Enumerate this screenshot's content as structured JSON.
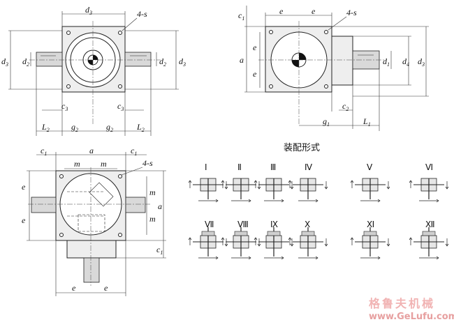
{
  "view1": {
    "d3_top": "d",
    "d3_top_sub": "3",
    "holes": "4-s",
    "d3_left": "d",
    "d3_left_sub": "3",
    "d2_left": "d",
    "d2_left_sub": "2",
    "d2_right": "d",
    "d2_right_sub": "2",
    "d3_right": "d",
    "d3_right_sub": "3",
    "c3_left": "c",
    "c3_left_sub": "3",
    "c3_right": "c",
    "c3_right_sub": "3",
    "L2_left": "L",
    "L2_left_sub": "2",
    "g2_left": "g",
    "g2_left_sub": "2",
    "g2_right": "g",
    "g2_right_sub": "2",
    "L2_right": "L",
    "L2_right_sub": "2"
  },
  "view2": {
    "c1": "c",
    "c1_sub": "1",
    "e_top_1": "e",
    "e_top_2": "e",
    "holes": "4-s",
    "a": "a",
    "e_side_1": "e",
    "e_side_2": "e",
    "d1": "d",
    "d1_sub": "1",
    "d4": "d",
    "d4_sub": "4",
    "d3": "d",
    "d3_sub": "3",
    "c2": "c",
    "c2_sub": "2",
    "g1": "g",
    "g1_sub": "1",
    "L1": "L",
    "L1_sub": "1"
  },
  "view3": {
    "c1_left": "c",
    "c1_left_sub": "1",
    "a": "a",
    "c1_right": "c",
    "c1_right_sub": "1",
    "m_top_1": "m",
    "m_top_2": "m",
    "holes": "4-s",
    "e_left_1": "e",
    "e_left_2": "e",
    "m_right_1": "m",
    "m_right_2": "m",
    "a_right": "a",
    "c1_side": "c",
    "c1_side_sub": "1",
    "e_bottom_1": "e",
    "e_bottom_2": "e"
  },
  "assembly": {
    "title": "装配形式",
    "forms": [
      "Ⅰ",
      "Ⅱ",
      "Ⅲ",
      "Ⅳ",
      "Ⅴ",
      "Ⅵ",
      "Ⅶ",
      "Ⅷ",
      "Ⅸ",
      "Ⅹ",
      "Ⅺ",
      "Ⅻ"
    ]
  },
  "watermark": {
    "chinese": "格鲁夫机械",
    "url": "www.GeLufu.com"
  }
}
